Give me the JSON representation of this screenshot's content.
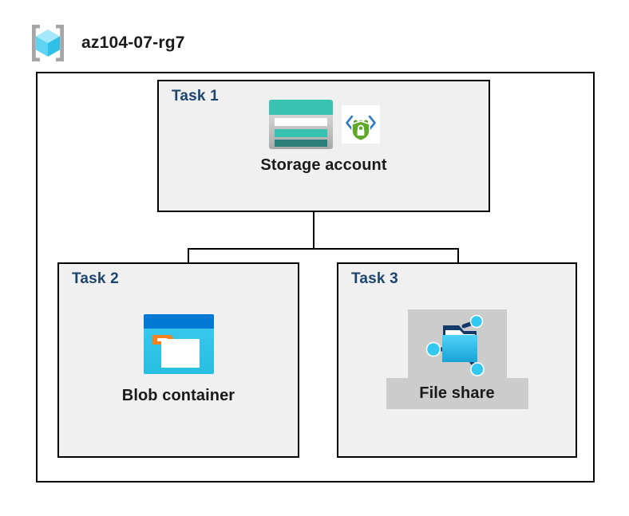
{
  "header": {
    "icon": "resource-group-icon",
    "title": "az104-07-rg7"
  },
  "diagram": {
    "type": "azure-architecture",
    "boundary_name": "resource-group-boundary",
    "nodes": [
      {
        "id": "task1",
        "task_label": "Task 1",
        "caption": "Storage account",
        "icons": [
          "storage-account-icon",
          "security-shield-icon"
        ],
        "highlighted": false
      },
      {
        "id": "task2",
        "task_label": "Task 2",
        "caption": "Blob container",
        "icons": [
          "blob-container-icon"
        ],
        "highlighted": false
      },
      {
        "id": "task3",
        "task_label": "Task 3",
        "caption": "File share",
        "icons": [
          "file-share-icon"
        ],
        "highlighted": true
      }
    ],
    "connections": [
      {
        "from": "task1",
        "to": "task2"
      },
      {
        "from": "task1",
        "to": "task3"
      }
    ]
  },
  "colors": {
    "task_label": "#1b456e",
    "box_fill": "#f0f0f0",
    "box_border": "#000000",
    "page_background": "#ffffff",
    "highlight_band": "#cccccc",
    "storage_teal": "#37c2b1",
    "storage_teal_dark": "#2a7f78",
    "blob_blue": "#0078d4",
    "blob_cyan": "#32c8f0",
    "blob_tag_orange": "#f58220",
    "fileshare_cyan": "#32c8f0",
    "fileshare_navy": "#123a6b",
    "shield_green": "#5fa82a",
    "bracket_blue": "#2f7cc4",
    "cube_cyan_light": "#a5e8fb",
    "cube_cyan_mid": "#5fd3f3",
    "cube_cyan_dark": "#2fc0e8",
    "bracket_gray": "#a6a6a6"
  }
}
